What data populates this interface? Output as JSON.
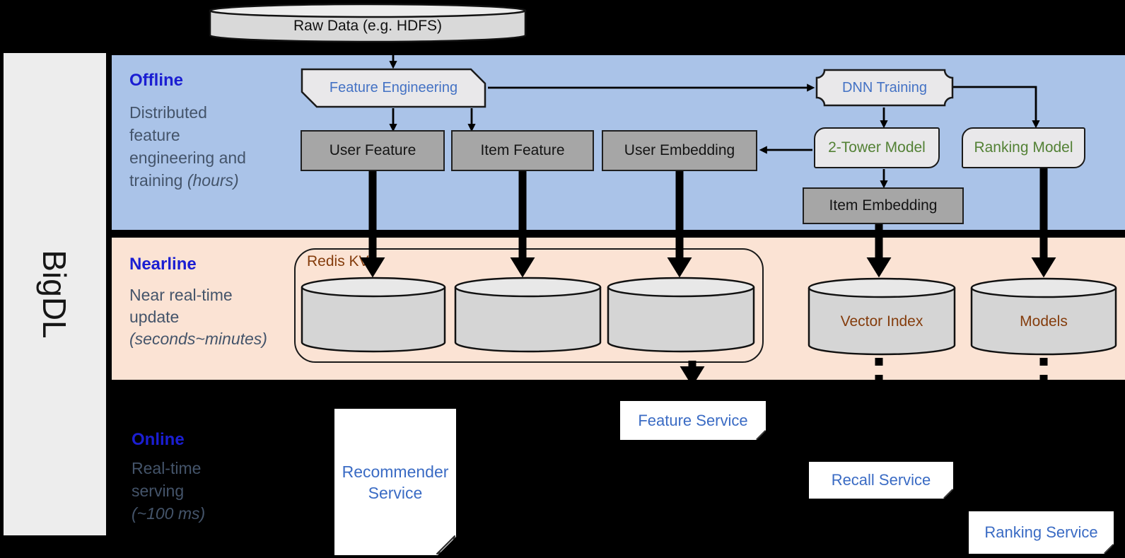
{
  "brand": "BigDL",
  "bands": {
    "offline": {
      "label": "Offline",
      "desc1": "Distributed",
      "desc2": "feature",
      "desc3": "engineering and",
      "desc4_plain": "training ",
      "desc4_italic": "(hours)"
    },
    "nearline": {
      "label": "Nearline",
      "desc1": "Near real-time",
      "desc2": "update",
      "desc3_italic": "(seconds~minutes)"
    },
    "online": {
      "label": "Online",
      "desc1": "Real-time",
      "desc2": "serving",
      "desc3_italic": "(~100 ms)"
    }
  },
  "nodes": {
    "raw_data": "Raw Data (e.g. HDFS)",
    "feature_engineering": "Feature Engineering",
    "dnn_training": "DNN Training",
    "user_feature": "User Feature",
    "item_feature": "Item Feature",
    "user_embedding": "User Embedding",
    "two_tower_model": "2-Tower Model",
    "ranking_model": "Ranking Model",
    "item_embedding": "Item Embedding",
    "redis_kv": "Redis KV",
    "vector_index": "Vector Index",
    "models": "Models"
  },
  "services": {
    "recommender_line1": "Recommender",
    "recommender_line2": "Service",
    "feature": "Feature Service",
    "recall": "Recall Service",
    "ranking": "Ranking Service"
  },
  "colors": {
    "background": "#000000",
    "offline_band": "#aac3e8",
    "nearline_band": "#fbe3d4",
    "band_label_blue": "#1b1ed2",
    "band_desc_gray": "#44546a",
    "process_text_blue": "#4472c4",
    "model_text_green": "#538135",
    "store_text_brown": "#843c0c",
    "service_text_blue": "#3a6bc4",
    "gray_node_fill": "#a6a6a6",
    "light_node_fill": "#e9e8ea",
    "cylinder_fill": "#d5d5d5",
    "sidebar_fill": "#ededed"
  }
}
